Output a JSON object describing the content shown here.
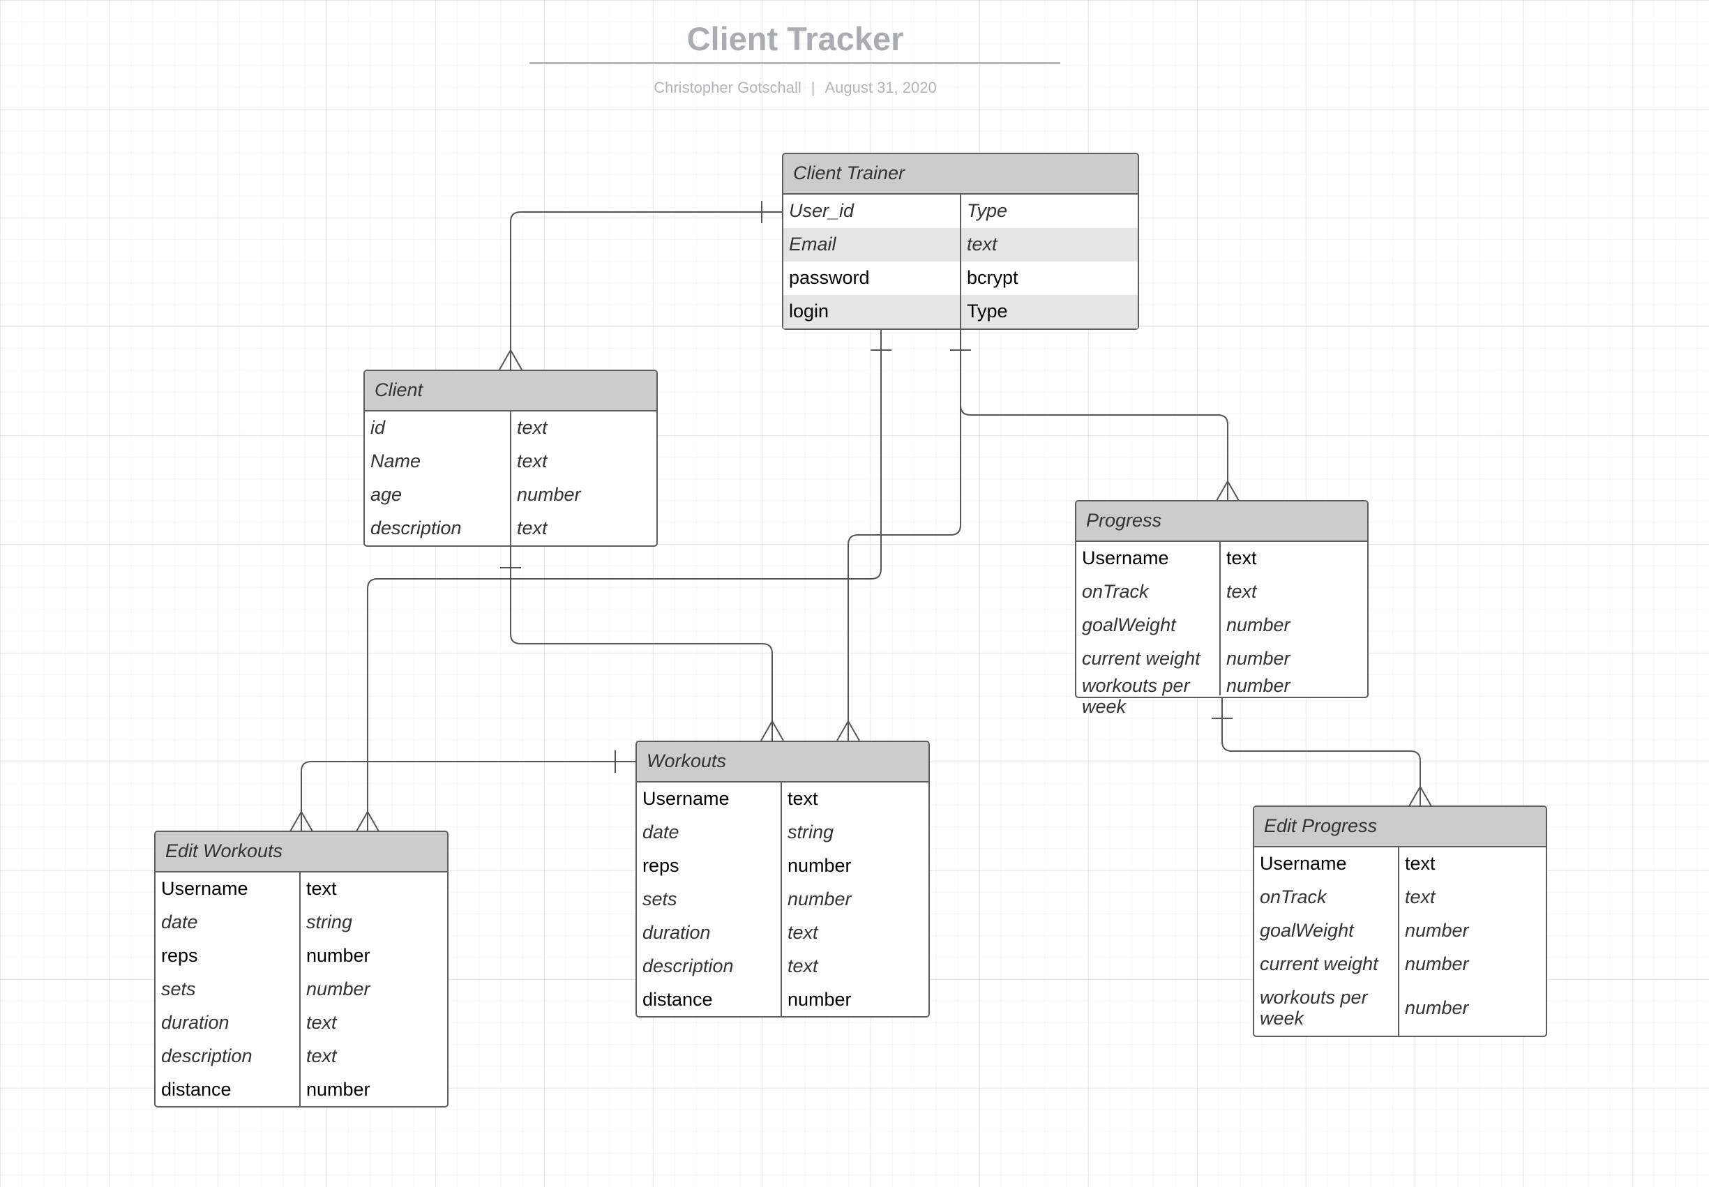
{
  "header": {
    "title": "Client Tracker",
    "author": "Christopher Gotschall",
    "separator": "|",
    "date": "August 31, 2020"
  },
  "entities": {
    "client_trainer": {
      "title": "Client Trainer",
      "fields": [
        {
          "name": "User_id",
          "type": "Type"
        },
        {
          "name": "Email",
          "type": "text"
        },
        {
          "name": "password",
          "type": "bcrypt"
        },
        {
          "name": "login",
          "type": "Type"
        }
      ]
    },
    "client": {
      "title": "Client",
      "fields": [
        {
          "name": "id",
          "type": "text"
        },
        {
          "name": "Name",
          "type": "text"
        },
        {
          "name": "age",
          "type": "number"
        },
        {
          "name": "description",
          "type": "text"
        }
      ]
    },
    "progress": {
      "title": "Progress",
      "fields": [
        {
          "name": "Username",
          "type": "text"
        },
        {
          "name": "onTrack",
          "type": "text"
        },
        {
          "name": "goalWeight",
          "type": "number"
        },
        {
          "name": "current weight",
          "type": "number"
        },
        {
          "name": "workouts per week",
          "type": "number"
        }
      ]
    },
    "workouts": {
      "title": "Workouts",
      "fields": [
        {
          "name": "Username",
          "type": "text"
        },
        {
          "name": "date",
          "type": "string"
        },
        {
          "name": "reps",
          "type": "number"
        },
        {
          "name": "sets",
          "type": "number"
        },
        {
          "name": "duration",
          "type": "text"
        },
        {
          "name": "description",
          "type": "text"
        },
        {
          "name": "distance",
          "type": "number"
        }
      ]
    },
    "edit_workouts": {
      "title": "Edit Workouts",
      "fields": [
        {
          "name": "Username",
          "type": "text"
        },
        {
          "name": "date",
          "type": "string"
        },
        {
          "name": "reps",
          "type": "number"
        },
        {
          "name": "sets",
          "type": "number"
        },
        {
          "name": "duration",
          "type": "text"
        },
        {
          "name": "description",
          "type": "text"
        },
        {
          "name": "distance",
          "type": "number"
        }
      ]
    },
    "edit_progress": {
      "title": "Edit Progress",
      "fields": [
        {
          "name": "Username",
          "type": "text"
        },
        {
          "name": "onTrack",
          "type": "text"
        },
        {
          "name": "goalWeight",
          "type": "number"
        },
        {
          "name": "current weight",
          "type": "number"
        },
        {
          "name": "workouts per week",
          "type": "number"
        }
      ]
    }
  },
  "relationships": [
    {
      "from": "Client Trainer",
      "to": "Client",
      "from_end": "one",
      "to_end": "many"
    },
    {
      "from": "Client Trainer",
      "to": "Edit Workouts",
      "from_end": "one",
      "to_end": "many"
    },
    {
      "from": "Client Trainer",
      "to": "Workouts",
      "from_end": "one",
      "to_end": "many"
    },
    {
      "from": "Client Trainer",
      "to": "Progress",
      "from_end": "one",
      "to_end": "many"
    },
    {
      "from": "Client",
      "to": "Workouts",
      "from_end": "one",
      "to_end": "many"
    },
    {
      "from": "Workouts",
      "to": "Edit Workouts",
      "from_end": "one",
      "to_end": "many"
    },
    {
      "from": "Progress",
      "to": "Edit Progress",
      "from_end": "one",
      "to_end": "many"
    }
  ],
  "colors": {
    "header_fill": "#cccccc",
    "border": "#5d5d5d",
    "connector": "#555555",
    "title_text": "#a9adb2"
  }
}
